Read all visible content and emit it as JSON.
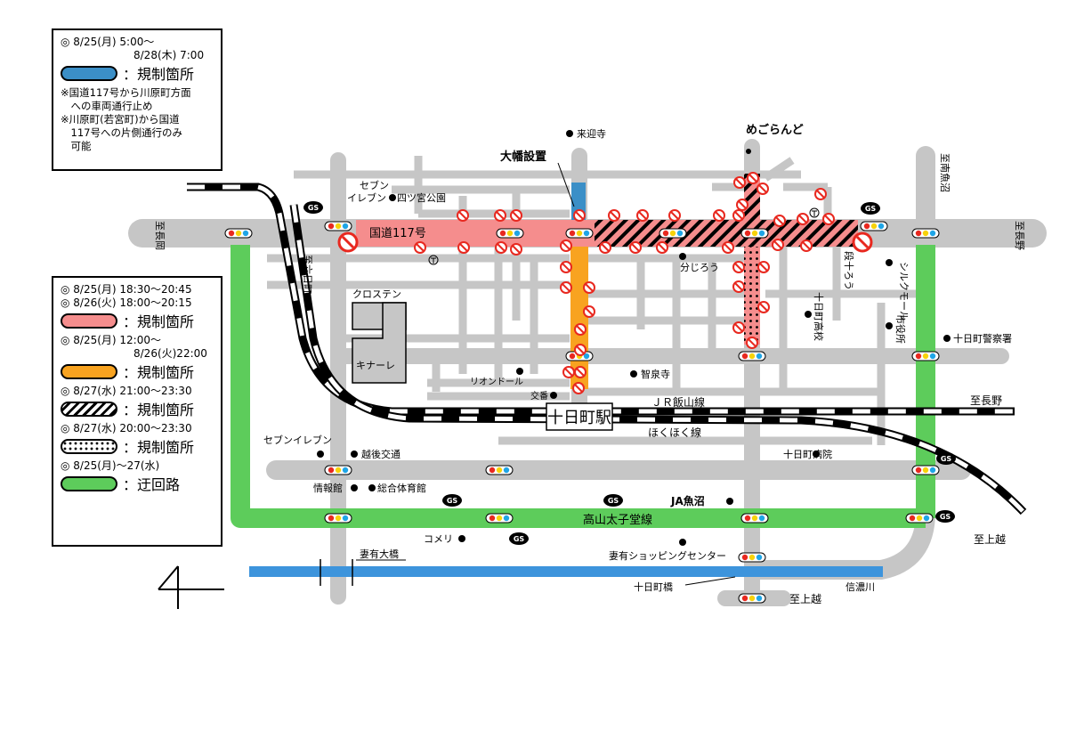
{
  "colors": {
    "road": "#c6c6c6",
    "blue": "#3b8fc7",
    "pink": "#f58d8d",
    "orange": "#f8a320",
    "green": "#5dcc5b",
    "river": "#3d94dc"
  },
  "legend_top": {
    "line1": "◎ 8/25(月)  5:00～",
    "line2": "8/28(木)  7:00",
    "label": "：規制箇所",
    "note1a": "※国道117号から川原町方面",
    "note1b": "　への車両通行止め",
    "note2a": "※川原町(若宮町)から国道",
    "note2b": "　117号への片側通行のみ",
    "note2c": "　可能"
  },
  "legend_bottom": {
    "pink_line1": "◎ 8/25(月) 18:30～20:45",
    "pink_line2": "◎ 8/26(火) 18:00～20:15",
    "pink_label": "：規制箇所",
    "orange_line1": "◎ 8/25(月) 12:00～",
    "orange_line2": "8/26(火)22:00",
    "orange_label": "：規制箇所",
    "hatch_line": "◎ 8/27(水) 21:00～23:30",
    "hatch_label": "：規制箇所",
    "dots_line": "◎ 8/27(水) 20:00～23:30",
    "dots_label": "：規制箇所",
    "green_line": "◎ 8/25(月)～27(水)",
    "green_label": "：迂回路"
  },
  "labels": {
    "kokudo": "国道117号",
    "station": "十日町駅",
    "jr_line": "ＪＲ飯山線",
    "hokuhoku": "ほくほく線",
    "takayama": "高山太子堂線",
    "to_nagaoka": "至長岡",
    "to_nagano": "至長野",
    "to_nagano2": "至長野",
    "to_minamiuonuma": "至南魚沼",
    "to_rokkamachi": "至六日町",
    "to_joetsu": "至上越",
    "to_joetsu2": "至上越",
    "oohata": "大幡設置",
    "raigoji": "来迎寺",
    "megurando": "めごらんど",
    "seven1a": "セブン",
    "seven1b": "イレブン",
    "yotsumiya": "四ツ宮公園",
    "bunjiro": "分じろう",
    "danjuro": "段十ろう",
    "silk": "シルクモール",
    "shiyakusho": "市役所",
    "koukou": "十日町高校",
    "keisatsu": "十日町警察署",
    "crosten": "クロステン",
    "kinare": "キナーレ",
    "riondoru": "リオンドール",
    "kouban": "交番",
    "chisenji": "智泉寺",
    "seven2": "セブンイレブン",
    "echigo": "越後交通",
    "byoin": "十日町病院",
    "johokan": "情報館",
    "sogotaiikukan": "総合体育館",
    "ja": "JA魚沼",
    "komeri": "コメリ",
    "tsumari_bridge": "妻有大橋",
    "shopping": "妻有ショッピングセンター",
    "tokamachi_bridge": "十日町橋",
    "shinano": "信濃川",
    "gs": "GS"
  }
}
